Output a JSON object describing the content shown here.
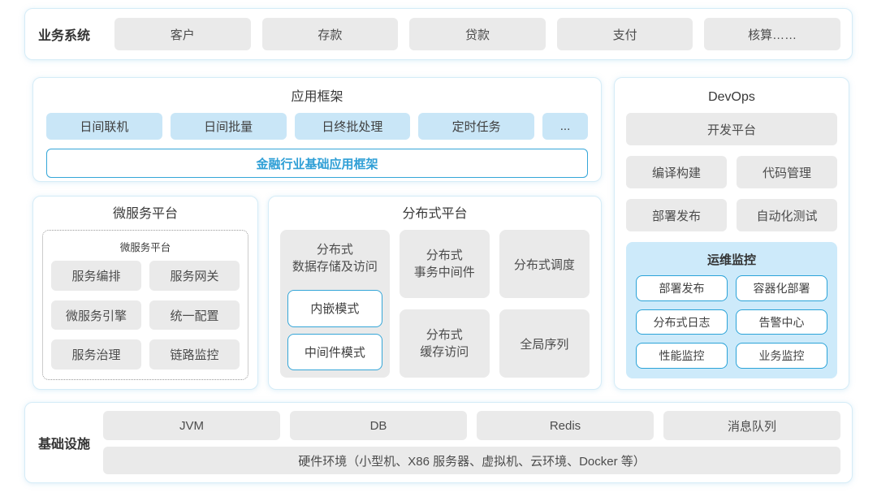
{
  "business_system": {
    "label": "业务系统",
    "items": [
      "客户",
      "存款",
      "贷款",
      "支付",
      "核算……"
    ]
  },
  "app_framework": {
    "title": "应用框架",
    "items": [
      "日间联机",
      "日间批量",
      "日终批处理",
      "定时任务",
      "..."
    ],
    "base_framework": "金融行业基础应用框架"
  },
  "devops": {
    "title": "DevOps",
    "platform": "开发平台",
    "items": [
      "编译构建",
      "代码管理",
      "部署发布",
      "自动化测试"
    ],
    "monitoring": {
      "title": "运维监控",
      "items": [
        "部署发布",
        "容器化部署",
        "分布式日志",
        "告警中心",
        "性能监控",
        "业务监控"
      ]
    }
  },
  "microservice": {
    "title": "微服务平台",
    "inner_title": "微服务平台",
    "items": [
      "服务编排",
      "服务网关",
      "微服务引擎",
      "统一配置",
      "服务治理",
      "链路监控"
    ]
  },
  "distributed": {
    "title": "分布式平台",
    "storage_title": "分布式\n数据存储及访问",
    "modes": [
      "内嵌模式",
      "中间件模式"
    ],
    "cells": [
      "分布式\n事务中间件",
      "分布式调度",
      "分布式\n缓存访问",
      "全局序列"
    ]
  },
  "infrastructure": {
    "label": "基础设施",
    "items": [
      "JVM",
      "DB",
      "Redis",
      "消息队列"
    ],
    "hardware": "硬件环境（小型机、X86 服务器、虚拟机、云环境、Docker 等）"
  },
  "colors": {
    "accent_blue": "#35a6d8",
    "blue_text": "#2f9fd6",
    "light_blue_fill": "#c9e6f7",
    "monitor_panel_fill": "#cdeafa",
    "gray_fill": "#eaeaea",
    "panel_border": "#d5ecf7"
  }
}
